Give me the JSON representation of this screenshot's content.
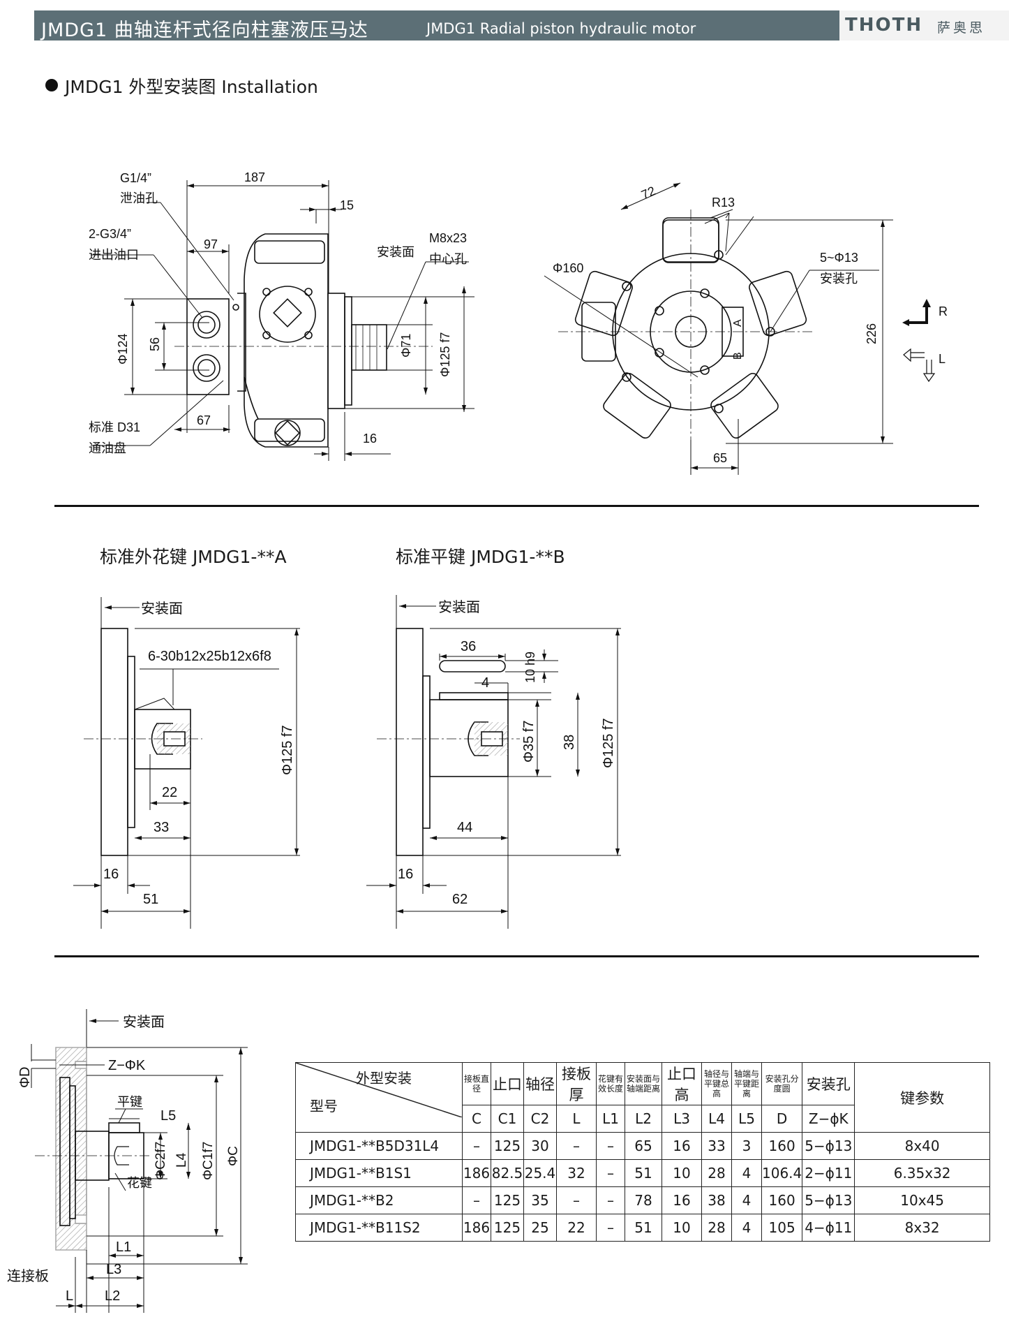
{
  "header": {
    "title_cn": "JMDG1 曲轴连杆式径向柱塞液压马达",
    "title_en": "JMDG1 Radial piston hydraulic motor",
    "brand": "THOTH",
    "brand_cn": "萨奥思"
  },
  "section_title": "JMDG1 外型安装图 Installation",
  "drawing1": {
    "labels": [
      "G1/4”",
      "泄油孔",
      "2-G3/4”",
      "进出油口",
      "标准 D31",
      "通油盘",
      "安装面",
      "M8x23",
      "中心孔"
    ],
    "dims": [
      "187",
      "15",
      "97",
      "Φ124",
      "56",
      "Φ71",
      "Φ125 f7",
      "67",
      "16"
    ]
  },
  "drawing2": {
    "labels": [
      "R13",
      "5~Φ13",
      "安装孔",
      "R",
      "L",
      "A",
      "B"
    ],
    "dims": [
      "72",
      "Φ160",
      "226",
      "65"
    ]
  },
  "shaft_a": {
    "title": "标准外花键 JMDG1-**A",
    "labels": [
      "安装面",
      "6-30b12x25b12x6f8"
    ],
    "dims": [
      "Φ125 f7",
      "22",
      "33",
      "16",
      "51"
    ]
  },
  "shaft_b": {
    "title": "标准平键 JMDG1-**B",
    "labels": [
      "安装面"
    ],
    "dims": [
      "36",
      "10 h9",
      "4",
      "Φ35 f7",
      "38",
      "Φ125 f7",
      "44",
      "16",
      "62"
    ]
  },
  "generic": {
    "labels": [
      "安装面",
      "Z−ΦK",
      "ΦD",
      "平键",
      "L5",
      "ΦC2f7",
      "L4",
      "ΦC1f7",
      "ΦC",
      "花键",
      "L1",
      "L3",
      "L2",
      "L",
      "连接板"
    ]
  },
  "table": {
    "header_top": "外型安装",
    "header_model": "型号",
    "groups": [
      {
        "cn": "接板直径",
        "sym": "C",
        "tiny": true
      },
      {
        "cn": "止口",
        "sym": "C1",
        "tiny": false
      },
      {
        "cn": "轴径",
        "sym": "C2",
        "tiny": false
      },
      {
        "cn": "接板厚",
        "sym": "L",
        "tiny": false
      },
      {
        "cn": "花键有效长度",
        "sym": "L1",
        "tiny": true
      },
      {
        "cn": "安装面与轴端距离",
        "sym": "L2",
        "tiny": true
      },
      {
        "cn": "止口高",
        "sym": "L3",
        "tiny": false
      },
      {
        "cn": "轴径与平键总高",
        "sym": "L4",
        "tiny": true
      },
      {
        "cn": "轴端与平键距离",
        "sym": "L5",
        "tiny": true
      },
      {
        "cn": "安装孔分度圆",
        "sym": "D",
        "tiny": true
      },
      {
        "cn": "安装孔",
        "sym": "Z−ϕK",
        "tiny": false
      }
    ],
    "last_header": "键参数",
    "rows": [
      [
        "JMDG1-**B5D31L4",
        "–",
        "125",
        "30",
        "–",
        "–",
        "65",
        "16",
        "33",
        "3",
        "160",
        "5−ϕ13",
        "8x40"
      ],
      [
        "JMDG1-**B1S1",
        "186",
        "82.5",
        "25.4",
        "32",
        "–",
        "51",
        "10",
        "28",
        "4",
        "106.4",
        "2−ϕ11",
        "6.35x32"
      ],
      [
        "JMDG1-**B2",
        "–",
        "125",
        "35",
        "–",
        "–",
        "78",
        "16",
        "38",
        "4",
        "160",
        "5−ϕ13",
        "10x45"
      ],
      [
        "JMDG1-**B11S2",
        "186",
        "125",
        "25",
        "22",
        "–",
        "51",
        "10",
        "28",
        "4",
        "105",
        "4−ϕ11",
        "8x32"
      ]
    ]
  }
}
